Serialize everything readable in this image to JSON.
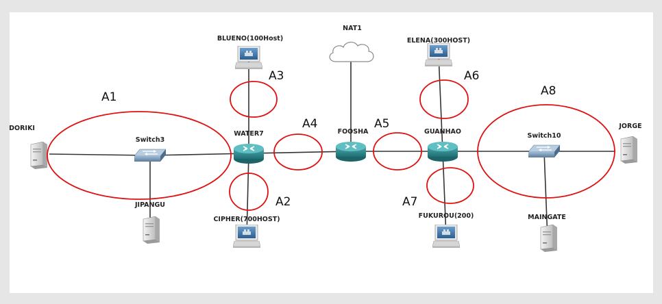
{
  "diagram": {
    "nodes": {
      "doriki": {
        "label": "DORIKI",
        "kind": "server",
        "icon": "server-icon"
      },
      "switch3": {
        "label": "Switch3",
        "kind": "switch",
        "icon": "switch-icon"
      },
      "jipangu": {
        "label": "JIPANGU",
        "kind": "server",
        "icon": "server-icon"
      },
      "water7": {
        "label": "WATER7",
        "kind": "router",
        "icon": "router-icon"
      },
      "blueno": {
        "label": "BLUENO(100Host)",
        "kind": "laptop",
        "icon": "laptop-icon"
      },
      "cipher": {
        "label": "CIPHER(700HOST)",
        "kind": "laptop",
        "icon": "laptop-icon"
      },
      "foosha": {
        "label": "FOOSHA",
        "kind": "router",
        "icon": "router-icon"
      },
      "nat1": {
        "label": "NAT1",
        "kind": "cloud",
        "icon": "cloud-icon"
      },
      "guanhao": {
        "label": "GUANHAO",
        "kind": "router",
        "icon": "router-icon"
      },
      "elena": {
        "label": "ELENA(300HOST)",
        "kind": "laptop",
        "icon": "laptop-icon"
      },
      "fukurou": {
        "label": "FUKUROU(200)",
        "kind": "laptop",
        "icon": "laptop-icon"
      },
      "switch10": {
        "label": "Switch10",
        "kind": "switch",
        "icon": "switch-icon"
      },
      "jorge": {
        "label": "JORGE",
        "kind": "server",
        "icon": "server-icon"
      },
      "maingate": {
        "label": "MAINGATE",
        "kind": "server",
        "icon": "server-icon"
      }
    },
    "links": [
      [
        "doriki",
        "switch3"
      ],
      [
        "switch3",
        "jipangu"
      ],
      [
        "switch3",
        "water7"
      ],
      [
        "water7",
        "blueno"
      ],
      [
        "water7",
        "cipher"
      ],
      [
        "water7",
        "foosha"
      ],
      [
        "foosha",
        "nat1"
      ],
      [
        "foosha",
        "guanhao"
      ],
      [
        "guanhao",
        "elena"
      ],
      [
        "guanhao",
        "fukurou"
      ],
      [
        "guanhao",
        "switch10"
      ],
      [
        "switch10",
        "jorge"
      ],
      [
        "switch10",
        "maingate"
      ]
    ],
    "areas": {
      "a1": {
        "label": "A1"
      },
      "a2": {
        "label": "A2"
      },
      "a3": {
        "label": "A3"
      },
      "a4": {
        "label": "A4"
      },
      "a5": {
        "label": "A5"
      },
      "a6": {
        "label": "A6"
      },
      "a7": {
        "label": "A7"
      },
      "a8": {
        "label": "A8"
      }
    },
    "colors": {
      "area_outline": "#e01010",
      "router": "#2f8f94",
      "switch": "#6d8fb0",
      "link": "#333333"
    }
  }
}
